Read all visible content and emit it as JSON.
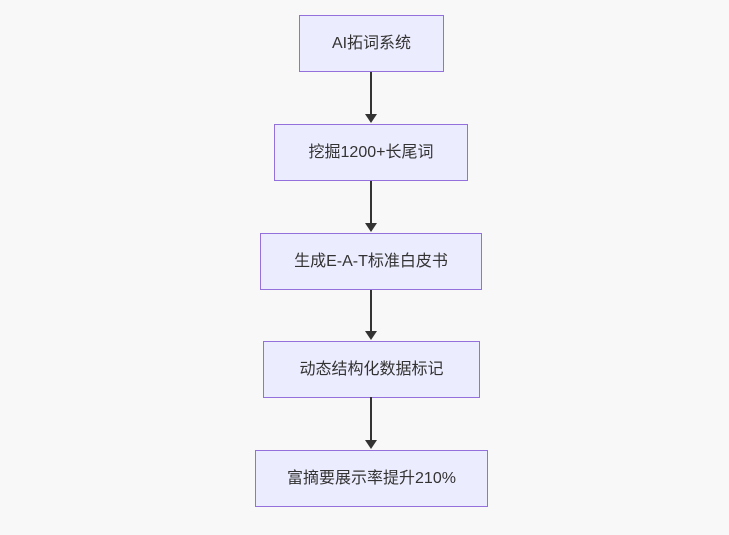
{
  "diagram": {
    "type": "flowchart",
    "direction": "top-down",
    "nodes": [
      {
        "label": "AI拓词系统"
      },
      {
        "label": "挖掘1200+长尾词"
      },
      {
        "label": "生成E-A-T标准白皮书"
      },
      {
        "label": "动态结构化数据标记"
      },
      {
        "label": "富摘要展示率提升210%"
      }
    ],
    "edges": [
      {
        "from": 0,
        "to": 1,
        "style": "arrow-down"
      },
      {
        "from": 1,
        "to": 2,
        "style": "arrow-down"
      },
      {
        "from": 2,
        "to": 3,
        "style": "arrow-down"
      },
      {
        "from": 3,
        "to": 4,
        "style": "arrow-down"
      }
    ]
  },
  "colors": {
    "canvas-bg": "#f8f8f8",
    "node-fill": "#ececff",
    "node-border": "#9370db",
    "node-text": "#333333",
    "arrow": "#333333"
  }
}
